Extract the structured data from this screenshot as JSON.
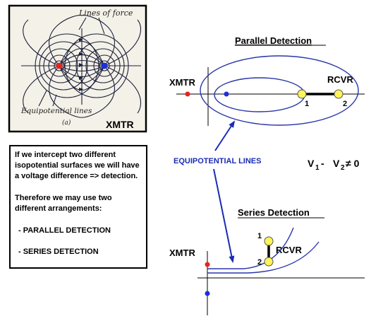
{
  "figure": {
    "lines_of_force_label": "Lines of force",
    "equipotential_label": "Equipotential lines",
    "sub_label": "(a)",
    "xmtr_label": "XMTR"
  },
  "parallel": {
    "title": "Parallel Detection",
    "xmtr_label": "XMTR",
    "rcvr_label": "RCVR",
    "node1": "1",
    "node2": "2"
  },
  "series": {
    "title": "Series Detection",
    "xmtr_label": "XMTR",
    "rcvr_label": "RCVR",
    "node1": "1",
    "node2": "2"
  },
  "equipotential_lines_label": "EQUIPOTENTIAL LINES",
  "voltage_eq": {
    "v": "V",
    "sub1": "1",
    "mid": " - ",
    "v2": "V",
    "sub2": "2",
    "rhs": "≠  0"
  },
  "textbox": {
    "lines": [
      "If we intercept two different",
      "isopotential surfaces we will have",
      "a voltage difference => detection.",
      "",
      "Therefore we may use two",
      "different arrangements:",
      "",
      " -  PARALLEL DETECTION",
      "",
      " -  SERIES DETECTION"
    ]
  },
  "colors": {
    "electrode_red": "#e8231c",
    "electrode_blue": "#1c2fd8",
    "node_yellow": "#fff35a",
    "curve_blue": "#2a35a8",
    "label_blue": "#1b2bb5"
  }
}
